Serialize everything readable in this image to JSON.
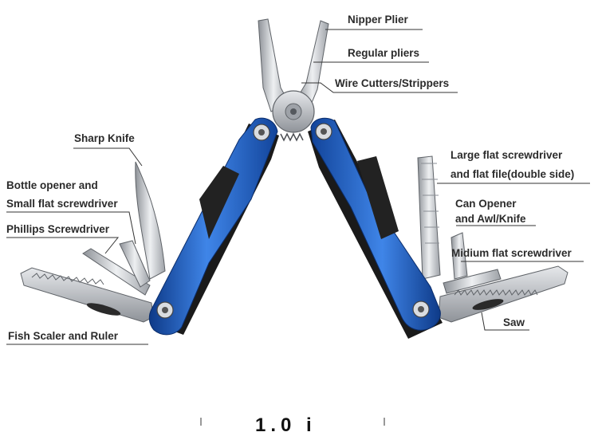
{
  "callouts": {
    "nipper_plier": "Nipper Plier",
    "regular_pliers": "Regular pliers",
    "wire_cutters": "Wire Cutters/Strippers",
    "sharp_knife": "Sharp Knife",
    "bottle_opener_1": "Bottle opener and",
    "bottle_opener_2": "Small flat screwdriver",
    "phillips": "Phillips Screwdriver",
    "fish_scaler": "Fish Scaler and Ruler",
    "large_flat_1": "Large flat screwdriver",
    "large_flat_2": "and flat file(double side)",
    "can_opener_1": "Can Opener",
    "can_opener_2": "and Awl/Knife",
    "midium_flat": "Midium flat screwdriver",
    "saw": "Saw"
  },
  "bottom_text": "1.0 i",
  "colors": {
    "handle_blue": "#1f5fc4",
    "handle_black": "#1a1a1a",
    "steel": "#c9ccd1",
    "leader_line": "#333333"
  }
}
